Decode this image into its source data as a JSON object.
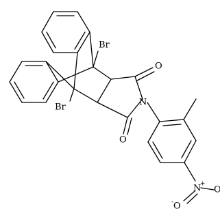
{
  "molecule": {
    "atoms": {
      "br_top": "Br",
      "br_bottom": "Br",
      "o_upper": "O",
      "o_lower": "O",
      "n_imide": "N",
      "n_nitro": "N",
      "n_nitro_plus": "+",
      "o_nitro_right": "O",
      "o_nitro_left": "O",
      "o_nitro_minus": "-"
    }
  }
}
